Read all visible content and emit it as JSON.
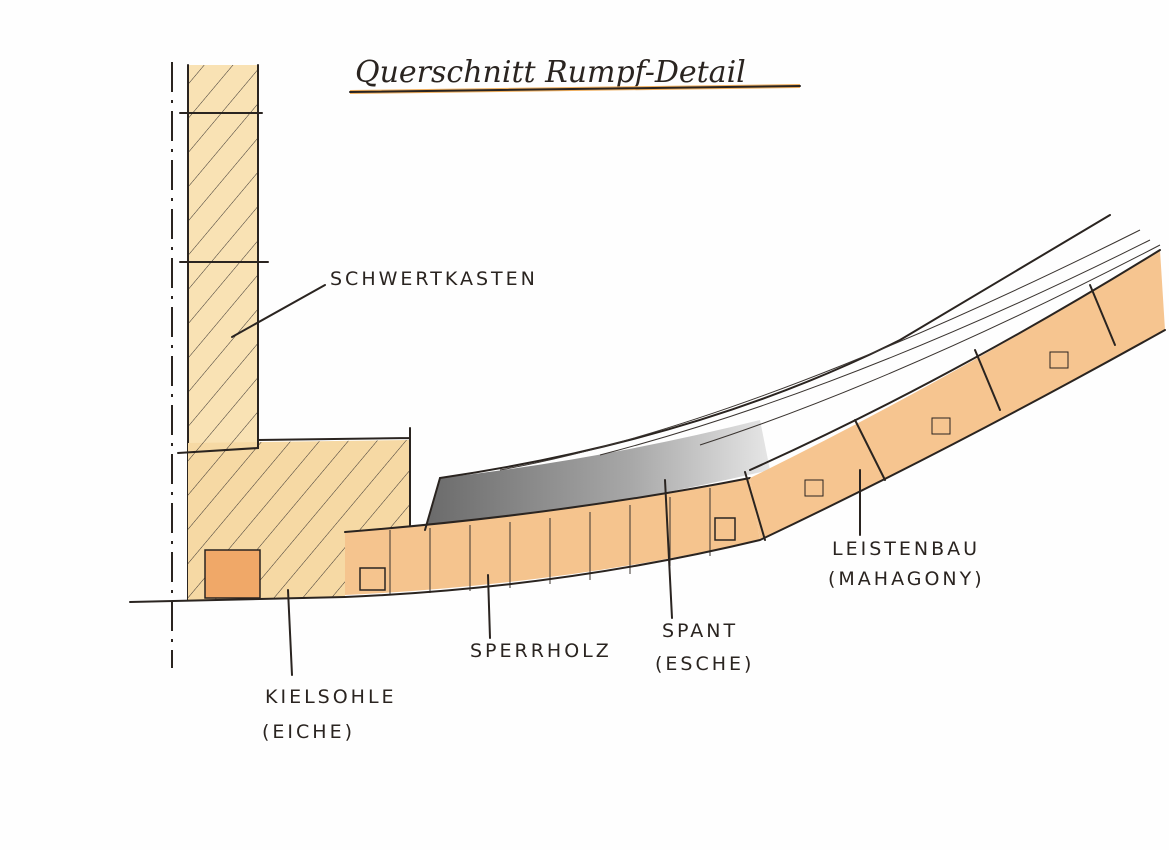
{
  "title": "Querschnitt Rumpf-Detail",
  "labels": {
    "schwertkasten": "SCHWERTKASTEN",
    "kielsohle": "KIELSOHLE",
    "kielsohle_material": "(EICHE)",
    "sperrholz": "SPERRHOLZ",
    "spant": "SPANT",
    "spant_material": "(ESCHE)",
    "leistenbau": "LEISTENBAU",
    "leistenbau_material": "(MAHAGONY)"
  },
  "colors": {
    "ink": "#2a2420",
    "wood_light": "#f7dca8",
    "wood_orange": "#f0a868",
    "shadow_gray": "#8a8a8a"
  }
}
